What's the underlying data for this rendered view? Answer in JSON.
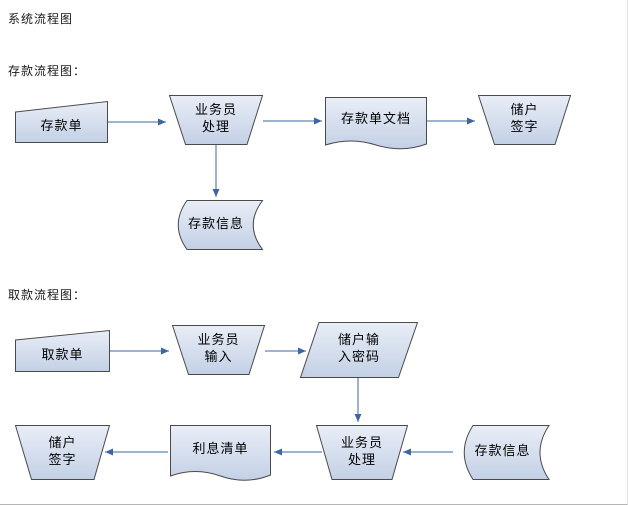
{
  "page": {
    "title": "系统流程图"
  },
  "colors": {
    "background": "#ffffff",
    "arrow": "#3e66a3",
    "node_border": "#4a4a4a",
    "node_fill_top": "#e9eef7",
    "node_fill_bottom": "#c3d0e5",
    "text": "#000000"
  },
  "deposit_flow": {
    "label": "存款流程图：",
    "nodes": {
      "deposit_slip": {
        "label": "存款单",
        "shape": "manual-input"
      },
      "clerk_process": {
        "label": "业务员\n处理",
        "shape": "manual-operation"
      },
      "deposit_doc": {
        "label": "存款单文档",
        "shape": "document"
      },
      "depositor_sign": {
        "label": "储户\n签字",
        "shape": "manual-operation"
      },
      "deposit_info": {
        "label": "存款信息",
        "shape": "stored-data"
      }
    },
    "connections": [
      {
        "from": "存款单",
        "to": "业务员处理"
      },
      {
        "from": "业务员处理",
        "to": "存款单文档"
      },
      {
        "from": "存款单文档",
        "to": "储户签字"
      },
      {
        "from": "业务员处理",
        "to": "存款信息"
      }
    ]
  },
  "withdraw_flow": {
    "label": "取款流程图：",
    "nodes": {
      "withdraw_slip": {
        "label": "取款单",
        "shape": "manual-input"
      },
      "clerk_input": {
        "label": "业务员\n输入",
        "shape": "manual-operation"
      },
      "enter_password": {
        "label": "储户输\n入密码",
        "shape": "parallelogram"
      },
      "clerk_process": {
        "label": "业务员\n处理",
        "shape": "manual-operation"
      },
      "deposit_info": {
        "label": "存款信息",
        "shape": "stored-data"
      },
      "interest_list": {
        "label": "利息清单",
        "shape": "document"
      },
      "depositor_sign": {
        "label": "储户\n签字",
        "shape": "manual-operation"
      }
    },
    "connections": [
      {
        "from": "取款单",
        "to": "业务员输入"
      },
      {
        "from": "业务员输入",
        "to": "储户输入密码"
      },
      {
        "from": "储户输入密码",
        "to": "业务员处理"
      },
      {
        "from": "存款信息",
        "to": "业务员处理"
      },
      {
        "from": "业务员处理",
        "to": "利息清单"
      },
      {
        "from": "利息清单",
        "to": "储户签字"
      }
    ]
  }
}
